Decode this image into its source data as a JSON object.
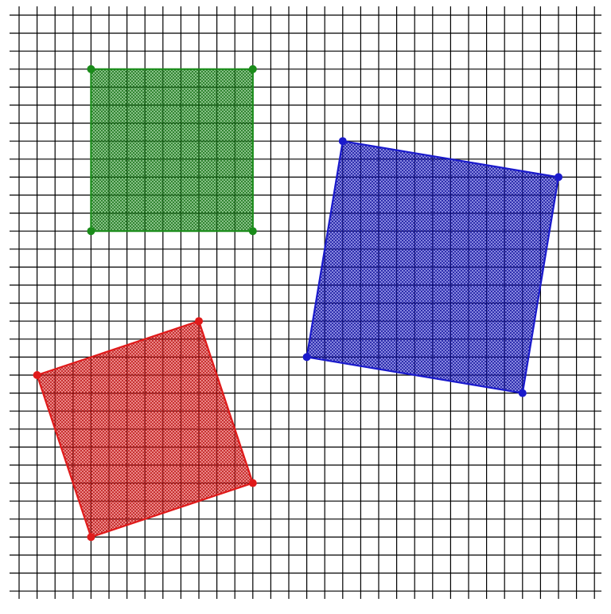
{
  "grid": {
    "columns": 33,
    "rows": 33,
    "line_color": "#000000"
  },
  "shapes": [
    {
      "name": "green-square",
      "color": "#1a8c1a",
      "hatch_color": "#0f6e0f",
      "vertices": [
        [
          4,
          3
        ],
        [
          13,
          3
        ],
        [
          13,
          12
        ],
        [
          4,
          12
        ]
      ]
    },
    {
      "name": "blue-square",
      "color": "#1a1acc",
      "hatch_color": "#0a0a99",
      "vertices": [
        [
          18,
          7
        ],
        [
          30,
          9
        ],
        [
          28,
          21
        ],
        [
          16,
          19
        ]
      ]
    },
    {
      "name": "red-square",
      "color": "#e01a1a",
      "hatch_color": "#b80d0d",
      "vertices": [
        [
          1,
          20
        ],
        [
          10,
          17
        ],
        [
          13,
          26
        ],
        [
          4,
          29
        ]
      ]
    }
  ]
}
